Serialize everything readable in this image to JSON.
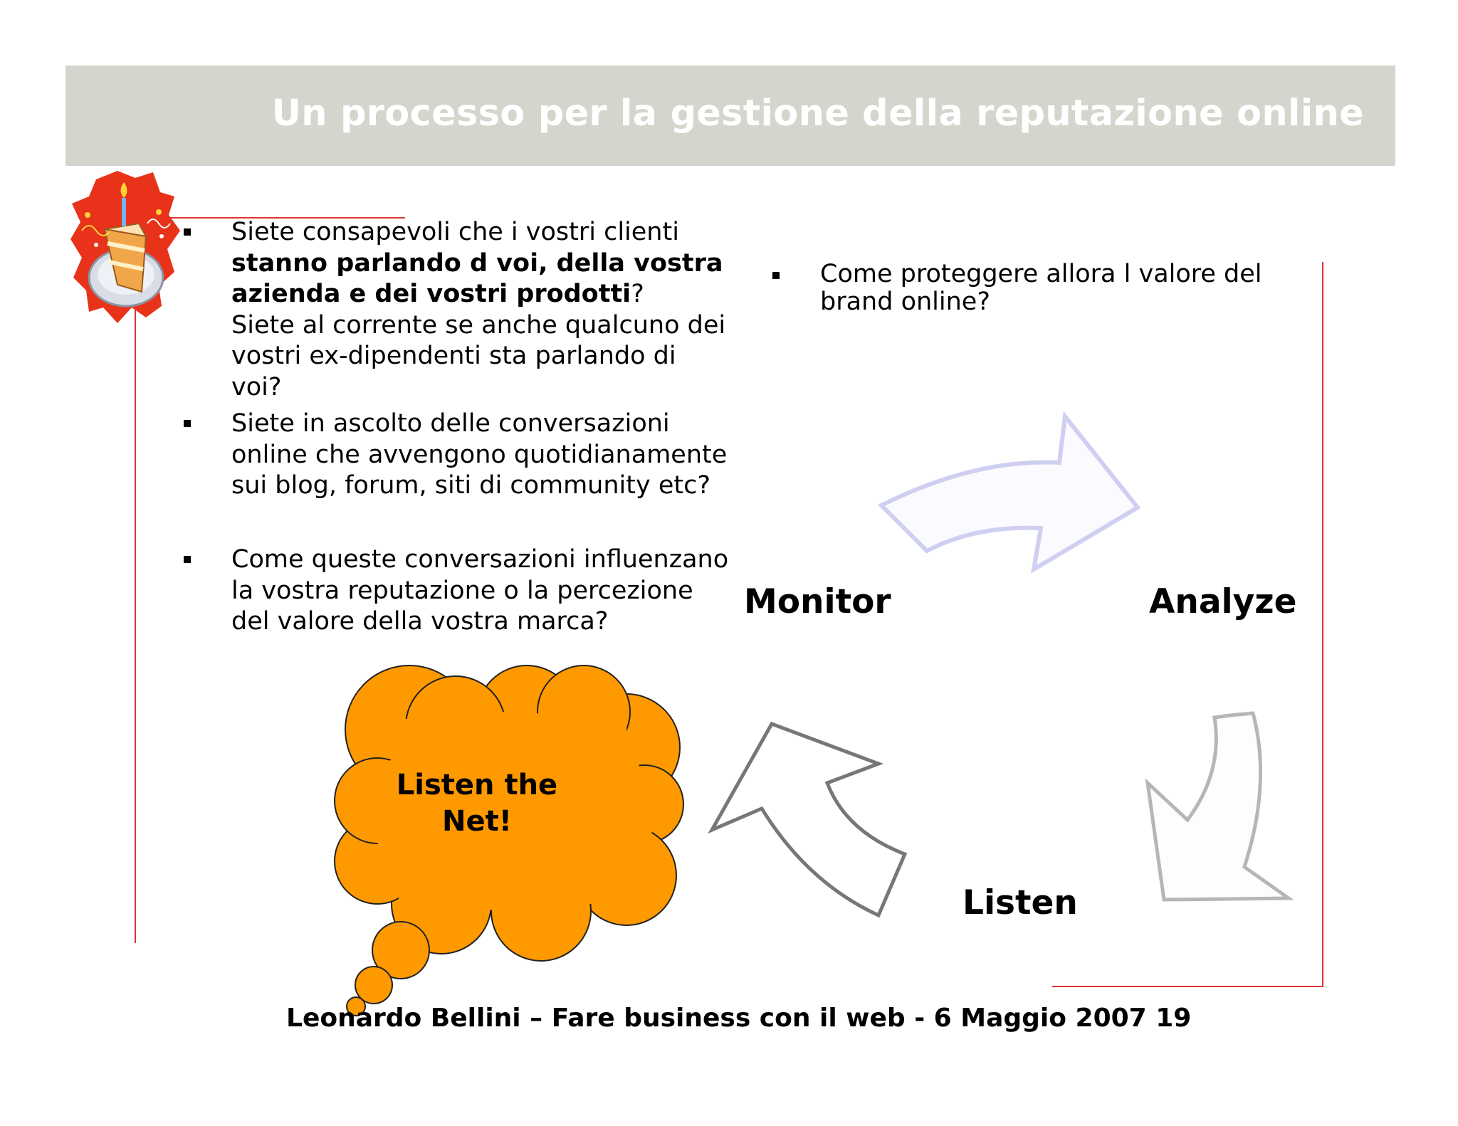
{
  "slide": {
    "title": "Un processo per la gestione della reputazione online",
    "colors": {
      "title_bar": "#d5d5cd",
      "accent_line": "#dd3333",
      "cloud_fill": "#ff9900"
    }
  },
  "bullets_left": [
    {
      "line1": "Siete consapevoli che i vostri clienti",
      "bold1": "stanno parlando d voi, della vostra",
      "bold2": "azienda e dei vostri prodotti",
      "after_bold": "?",
      "line4": "Siete al corrente se anche qualcuno dei",
      "line5": "vostri ex-dipendenti sta parlando di",
      "line6": "voi?"
    },
    {
      "line1": "Siete in ascolto delle conversazioni",
      "line2": "online che avvengono quotidianamente",
      "line3": "sui blog, forum, siti di community etc?"
    },
    {
      "line1": "Come queste conversazioni influenzano",
      "line2": "la vostra reputazione o la percezione",
      "line3": "del valore della vostra marca?"
    }
  ],
  "bullet_right": {
    "line1": "Come proteggere allora l valore del",
    "line2": "brand online?"
  },
  "cycle": {
    "monitor": "Monitor",
    "analyze": "Analyze",
    "listen": "Listen"
  },
  "cloud": {
    "line1": "Listen the",
    "line2": "Net!"
  },
  "footer": "Leonardo Bellini – Fare business con il web  - 6 Maggio 2007  19",
  "icons": [
    "birthday-cake-clipart",
    "cycle-arrow-top",
    "cycle-arrow-right",
    "cycle-arrow-left",
    "thought-cloud"
  ]
}
